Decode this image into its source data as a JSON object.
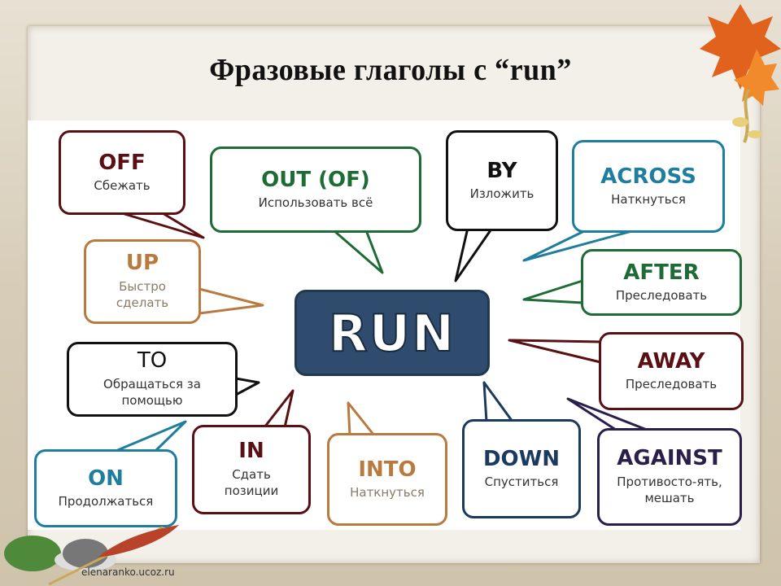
{
  "slide": {
    "title": "Фразовые глаголы с “run”",
    "center_word": "RUN",
    "footer_credit": "elenaranko.ucoz.ru"
  },
  "bubbles": [
    {
      "word": "OFF",
      "meaning": "Сбежать",
      "color": "#5a0f14"
    },
    {
      "word": "OUT (OF)",
      "meaning": "Использовать всё",
      "color": "#1e6b35"
    },
    {
      "word": "BY",
      "meaning": "Изложить",
      "color": "#111111"
    },
    {
      "word": "ACROSS",
      "meaning": "Наткнуться",
      "color": "#1f7d9e"
    },
    {
      "word": "UP",
      "meaning": "Быстро сделать",
      "color": "#b97a3f"
    },
    {
      "word": "AFTER",
      "meaning": "Преследовать",
      "color": "#1e6b35"
    },
    {
      "word": "TO",
      "meaning": "Обращаться за помощью",
      "color": "#111111"
    },
    {
      "word": "AWAY",
      "meaning": "Преследовать",
      "color": "#5a0f14"
    },
    {
      "word": "ON",
      "meaning": "Продолжаться",
      "color": "#1f7d9e"
    },
    {
      "word": "IN",
      "meaning": "Сдать позиции",
      "color": "#5a0f14"
    },
    {
      "word": "INTO",
      "meaning": "Наткнуться",
      "color": "#b97a3f"
    },
    {
      "word": "DOWN",
      "meaning": "Спуститься",
      "color": "#1c3a5e"
    },
    {
      "word": "AGAINST",
      "meaning": "Противосто-ять, мешать",
      "color": "#2a1f4a"
    }
  ],
  "decorations": {
    "top_right": "autumn-leaves",
    "bottom_left": "quill-and-inkwell"
  }
}
